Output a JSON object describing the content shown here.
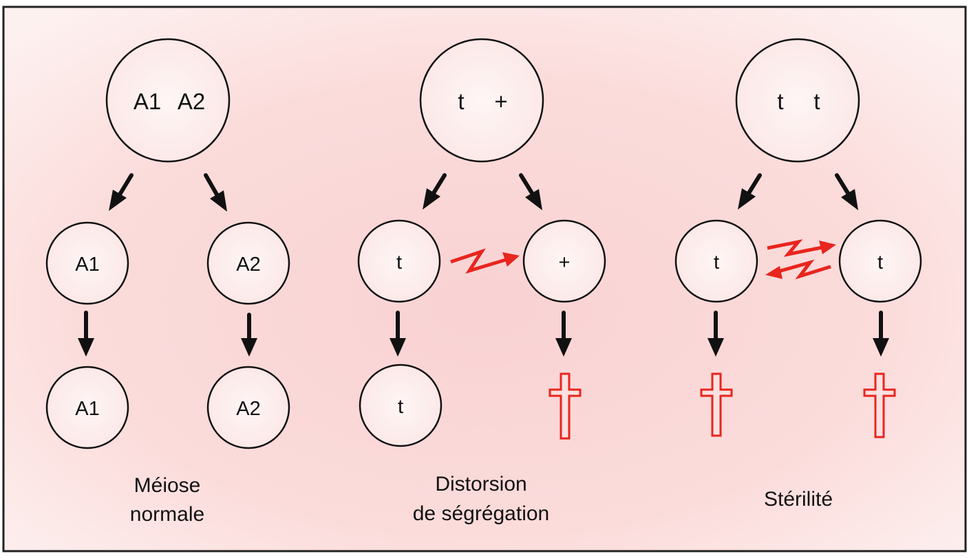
{
  "colors": {
    "frame_border": "#222222",
    "background_center": "#fad6d6",
    "background_edge": "#fdf1f0",
    "cell_fill": "#fdf0ef",
    "cell_stroke": "#111111",
    "arrow": "#111111",
    "accent_red": "#e8251e"
  },
  "panels": [
    {
      "caption": [
        "Méiose",
        "normale"
      ],
      "parent": {
        "labels": [
          "A1",
          "A2"
        ]
      },
      "daughters": [
        {
          "label": "A1",
          "outcome": {
            "type": "cell",
            "label": "A1"
          }
        },
        {
          "label": "A2",
          "outcome": {
            "type": "cell",
            "label": "A2"
          }
        }
      ],
      "interaction": "none"
    },
    {
      "caption": [
        "Distorsion",
        "de ségrégation"
      ],
      "parent": {
        "labels": [
          "t",
          "+"
        ]
      },
      "daughters": [
        {
          "label": "t",
          "outcome": {
            "type": "cell",
            "label": "t"
          }
        },
        {
          "label": "+",
          "outcome": {
            "type": "death",
            "icon": "cross-icon"
          }
        }
      ],
      "interaction": "one-way-zigzag-arrow"
    },
    {
      "caption": [
        "Stérilité"
      ],
      "parent": {
        "labels": [
          "t",
          "t"
        ]
      },
      "daughters": [
        {
          "label": "t",
          "outcome": {
            "type": "death",
            "icon": "cross-icon"
          }
        },
        {
          "label": "t",
          "outcome": {
            "type": "death",
            "icon": "cross-icon"
          }
        }
      ],
      "interaction": "two-way-zigzag-arrows"
    }
  ]
}
